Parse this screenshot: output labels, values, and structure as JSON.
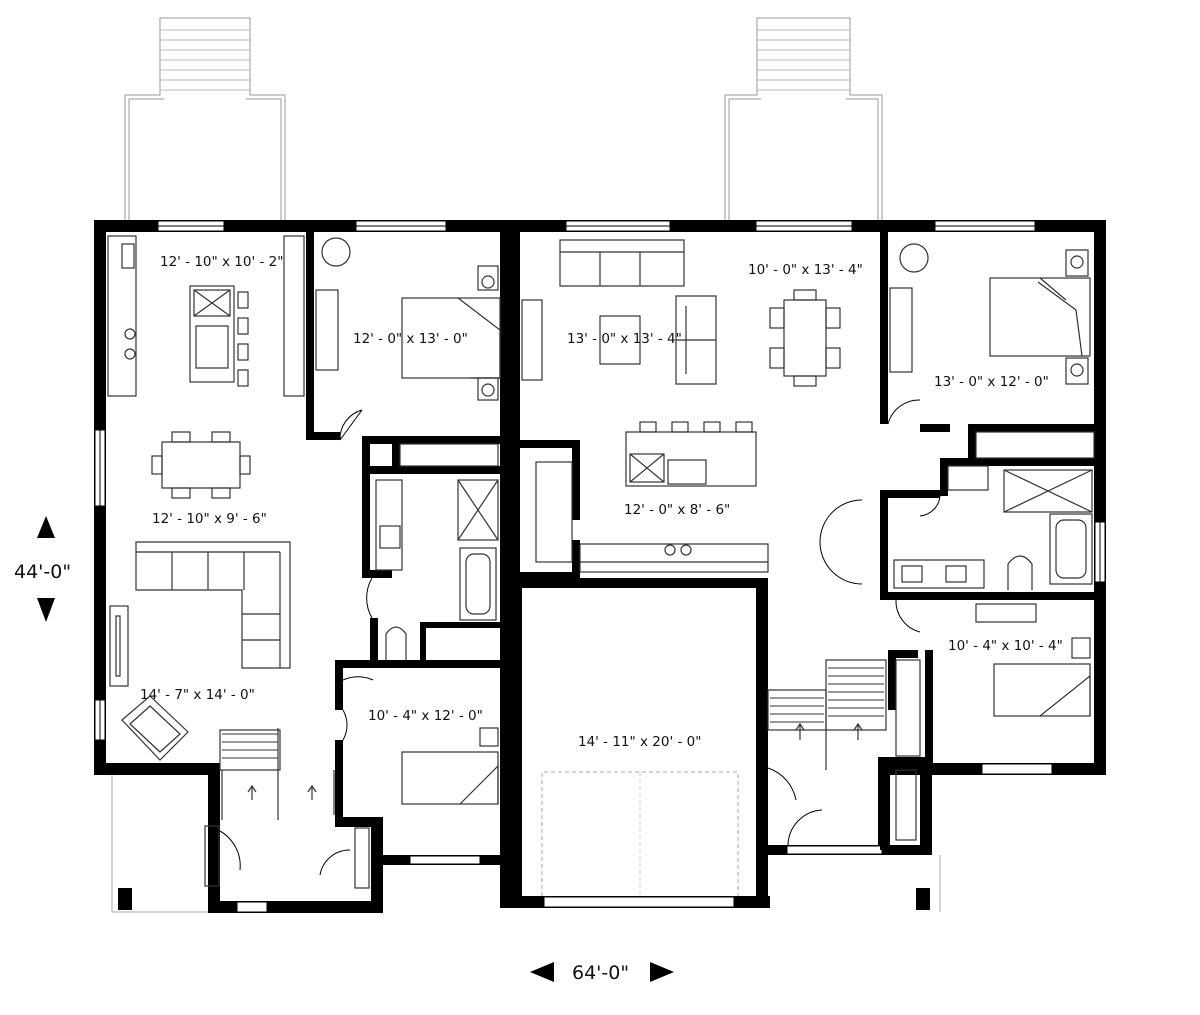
{
  "plan": {
    "rooms": [
      {
        "key": "kitchen_left",
        "label": "12' - 10\" x 10' - 2\""
      },
      {
        "key": "bedroom_left_top",
        "label": "12' - 0\" x 13' - 0\""
      },
      {
        "key": "dining_left",
        "label": "12' - 10\" x 9' - 6\""
      },
      {
        "key": "living_left",
        "label": "14' - 7\" x 14' - 0\""
      },
      {
        "key": "bedroom_left_bottom",
        "label": "10' - 4\" x 12' - 0\""
      },
      {
        "key": "living_right",
        "label": "13' - 0\" x 13' - 4\""
      },
      {
        "key": "dining_right",
        "label": "10' - 0\" x 13' - 4\""
      },
      {
        "key": "kitchen_right",
        "label": "12' - 0\" x 8' - 6\""
      },
      {
        "key": "bedroom_right_top",
        "label": "13' - 0\" x 12' - 0\""
      },
      {
        "key": "bedroom_right_bottom",
        "label": "10' - 4\" x 10' - 4\""
      },
      {
        "key": "garage",
        "label": "14' - 11\" x 20' - 0\""
      }
    ],
    "dimensions": {
      "depth": "44'-0\"",
      "width": "64'-0\""
    },
    "icons": {
      "arrow_up": "triangle-up-icon",
      "arrow_down": "triangle-down-icon",
      "arrow_left": "triangle-left-icon",
      "arrow_right": "triangle-right-icon"
    }
  }
}
